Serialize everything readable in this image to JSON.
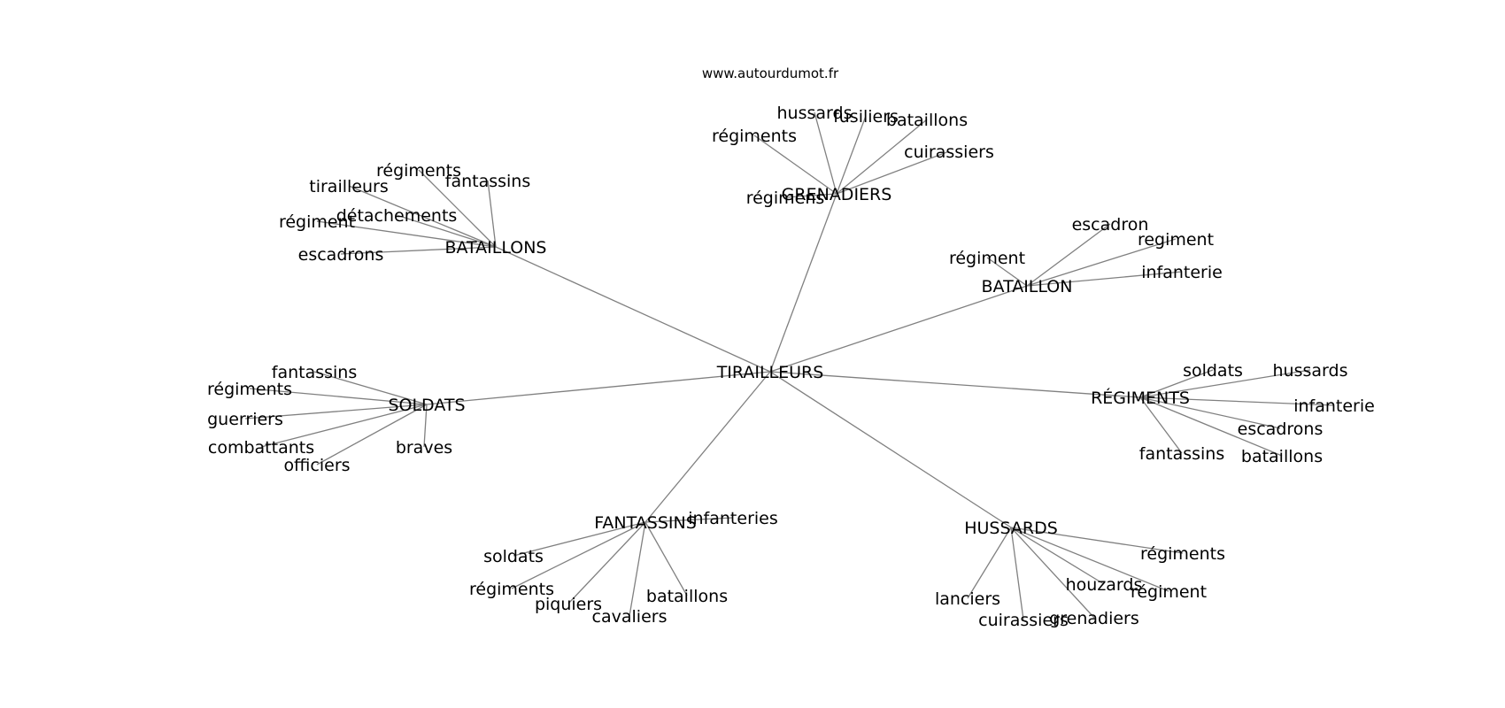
{
  "watermark": "www.autourdumot.fr",
  "colors": {
    "edge": "#808080",
    "text": "#000000",
    "background": "#ffffff"
  },
  "center": {
    "label": "TIRAILLEURS"
  },
  "clusters": [
    {
      "label": "GRENADIERS",
      "leaves": [
        "hussards",
        "fusiliers",
        "bataillons",
        "régiments",
        "cuirassiers",
        "régimens"
      ]
    },
    {
      "label": "BATAILLONS",
      "leaves": [
        "régiments",
        "fantassins",
        "tirailleurs",
        "détachements",
        "régiment",
        "escadrons"
      ]
    },
    {
      "label": "BATAILLON",
      "leaves": [
        "escadron",
        "regiment",
        "régiment",
        "infanterie"
      ]
    },
    {
      "label": "SOLDATS",
      "leaves": [
        "fantassins",
        "régiments",
        "guerriers",
        "combattants",
        "officiers",
        "braves"
      ]
    },
    {
      "label": "RÉGIMENTS",
      "leaves": [
        "soldats",
        "hussards",
        "infanterie",
        "escadrons",
        "fantassins",
        "bataillons"
      ]
    },
    {
      "label": "FANTASSINS",
      "leaves": [
        "infanteries",
        "soldats",
        "régiments",
        "piquiers",
        "cavaliers",
        "bataillons"
      ]
    },
    {
      "label": "HUSSARDS",
      "leaves": [
        "régiments",
        "houzards",
        "régiment",
        "lanciers",
        "cuirassiers",
        "grenadiers"
      ]
    }
  ]
}
